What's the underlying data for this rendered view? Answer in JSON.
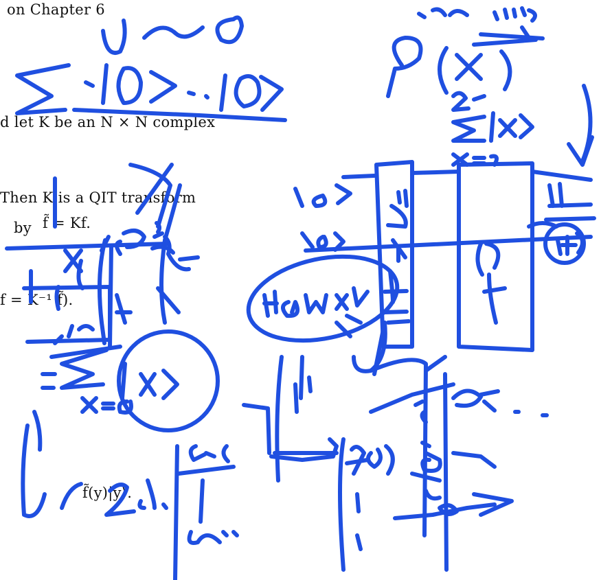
{
  "document": {
    "line_header": "on Chapter 6",
    "line_def_part1": "d let K be an N × N complex",
    "line_def_part2": "Then K is a QIT transform",
    "line_by": "by",
    "line_ftilde_eq": "f̃ = Kf.",
    "line_f_inverse": "f = K⁻¹ f̃).",
    "line_sum_term": "f̃(y)|y⟩."
  },
  "annotations": {
    "ink_color": "#1f4fe0",
    "description_tag": "handwritten-pen-annotations"
  }
}
